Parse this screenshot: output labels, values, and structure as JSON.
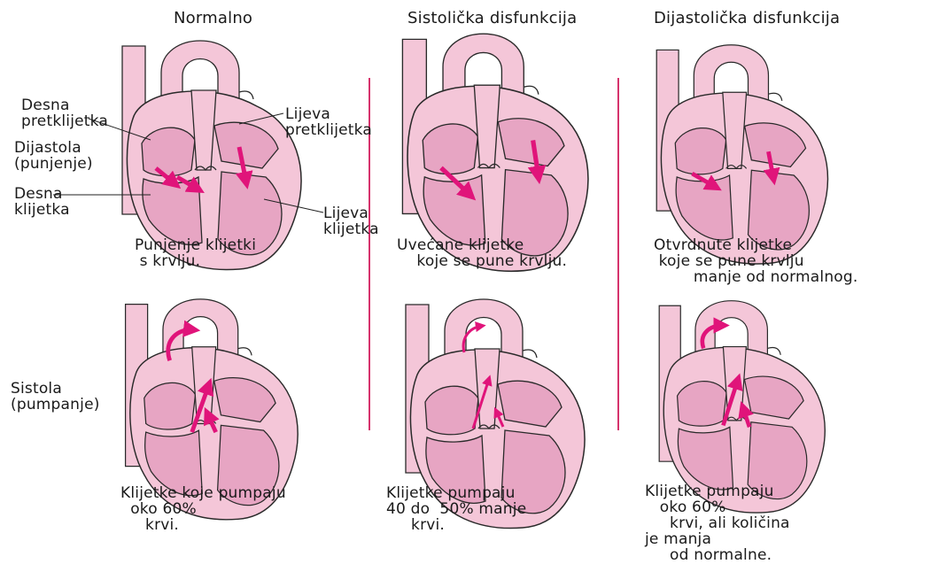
{
  "columns": [
    {
      "title": "Normalno"
    },
    {
      "title": "Sistolička disfunkcija"
    },
    {
      "title": "Dijastolička disfunkcija"
    }
  ],
  "side_labels": {
    "right_atrium": "Desna\npretklijetka",
    "left_atrium": "Lijeva\npretklijetka",
    "diastole": "Dijastola\n(punjenje)",
    "right_ventricle": "Desna\nklijetka",
    "left_ventricle": "Lijeva\nklijetka",
    "systole": "Sistola\n(pumpanje)"
  },
  "captions": {
    "normal_diastole": "Punjenje klijetki\n s krvlju.",
    "systolic_diastole": "Uvećane klijetke\n    koje se pune krvlju.",
    "diastolic_diastole": "Otvrdnute klijetke\n koje se pune krvlju\n        manje od normalnog.",
    "normal_systole": "Klijetke koje pumpaju\n  oko 60%\n     krvi.",
    "systolic_systole": "Klijetke pumpaju\n40 do  50% manje\n     krvi.",
    "diastolic_systole": "Klijetke pumpaju\n   oko 60%\n     krvi, ali količina\nje manja\n     od normalne."
  },
  "colors": {
    "heart_fill": "#f4c6d8",
    "chamber_fill": "#e7a5c3",
    "outline": "#2a2a2a",
    "arrow": "#e0147a",
    "divider": "#d6336c"
  }
}
